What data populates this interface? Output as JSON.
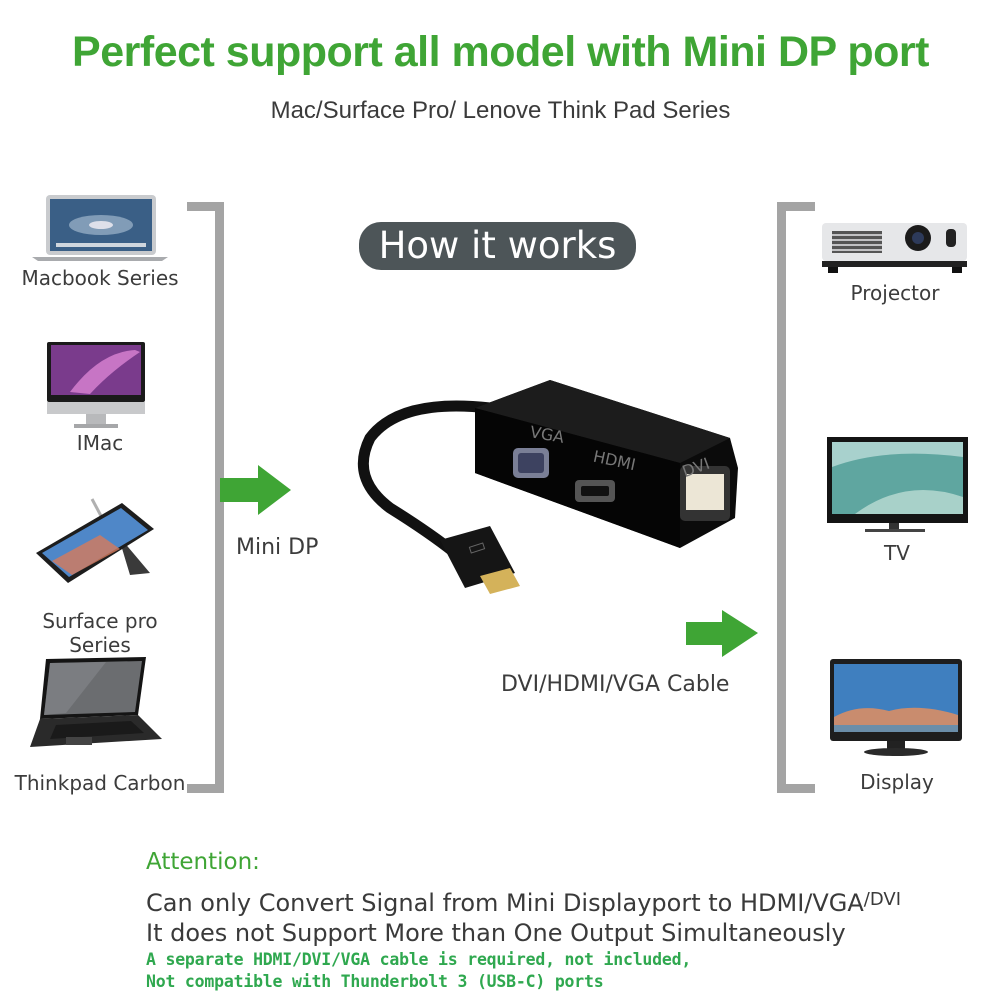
{
  "header": {
    "title": "Perfect support all model with Mini DP port",
    "subtitle": "Mac/Surface Pro/ Lenove Think Pad Series"
  },
  "center": {
    "badge": "How it works",
    "input_label": "Mini DP",
    "output_label": "DVI/HDMI/VGA Cable",
    "adapter": {
      "ports": [
        "VGA",
        "HDMI",
        "DVI"
      ]
    }
  },
  "sources": {
    "items": [
      {
        "label": "Macbook Series",
        "icon": "laptop-icon"
      },
      {
        "label": "IMac",
        "icon": "desktop-monitor-icon"
      },
      {
        "label": "Surface pro Series",
        "icon": "tablet-icon"
      },
      {
        "label": "Thinkpad Carbon",
        "icon": "laptop-icon"
      }
    ]
  },
  "outputs": {
    "items": [
      {
        "label": "Projector",
        "icon": "projector-icon"
      },
      {
        "label": "TV",
        "icon": "tv-icon"
      },
      {
        "label": "Display",
        "icon": "monitor-icon"
      }
    ]
  },
  "notice": {
    "heading": "Attention:",
    "line1": "Can only Convert Signal from Mini Displayport to HDMI/VGA",
    "line1_suffix": "/DVI",
    "line2": "It does not Support More than One Output Simultaneously",
    "line3": "A separate HDMI/DVI/VGA cable is required, not included,",
    "line4": "Not compatible with Thunderbolt 3 (USB-C) ports"
  },
  "colors": {
    "accent_green": "#3fa535",
    "bracket_gray": "#a4a4a4",
    "badge_bg": "#4d5558"
  }
}
